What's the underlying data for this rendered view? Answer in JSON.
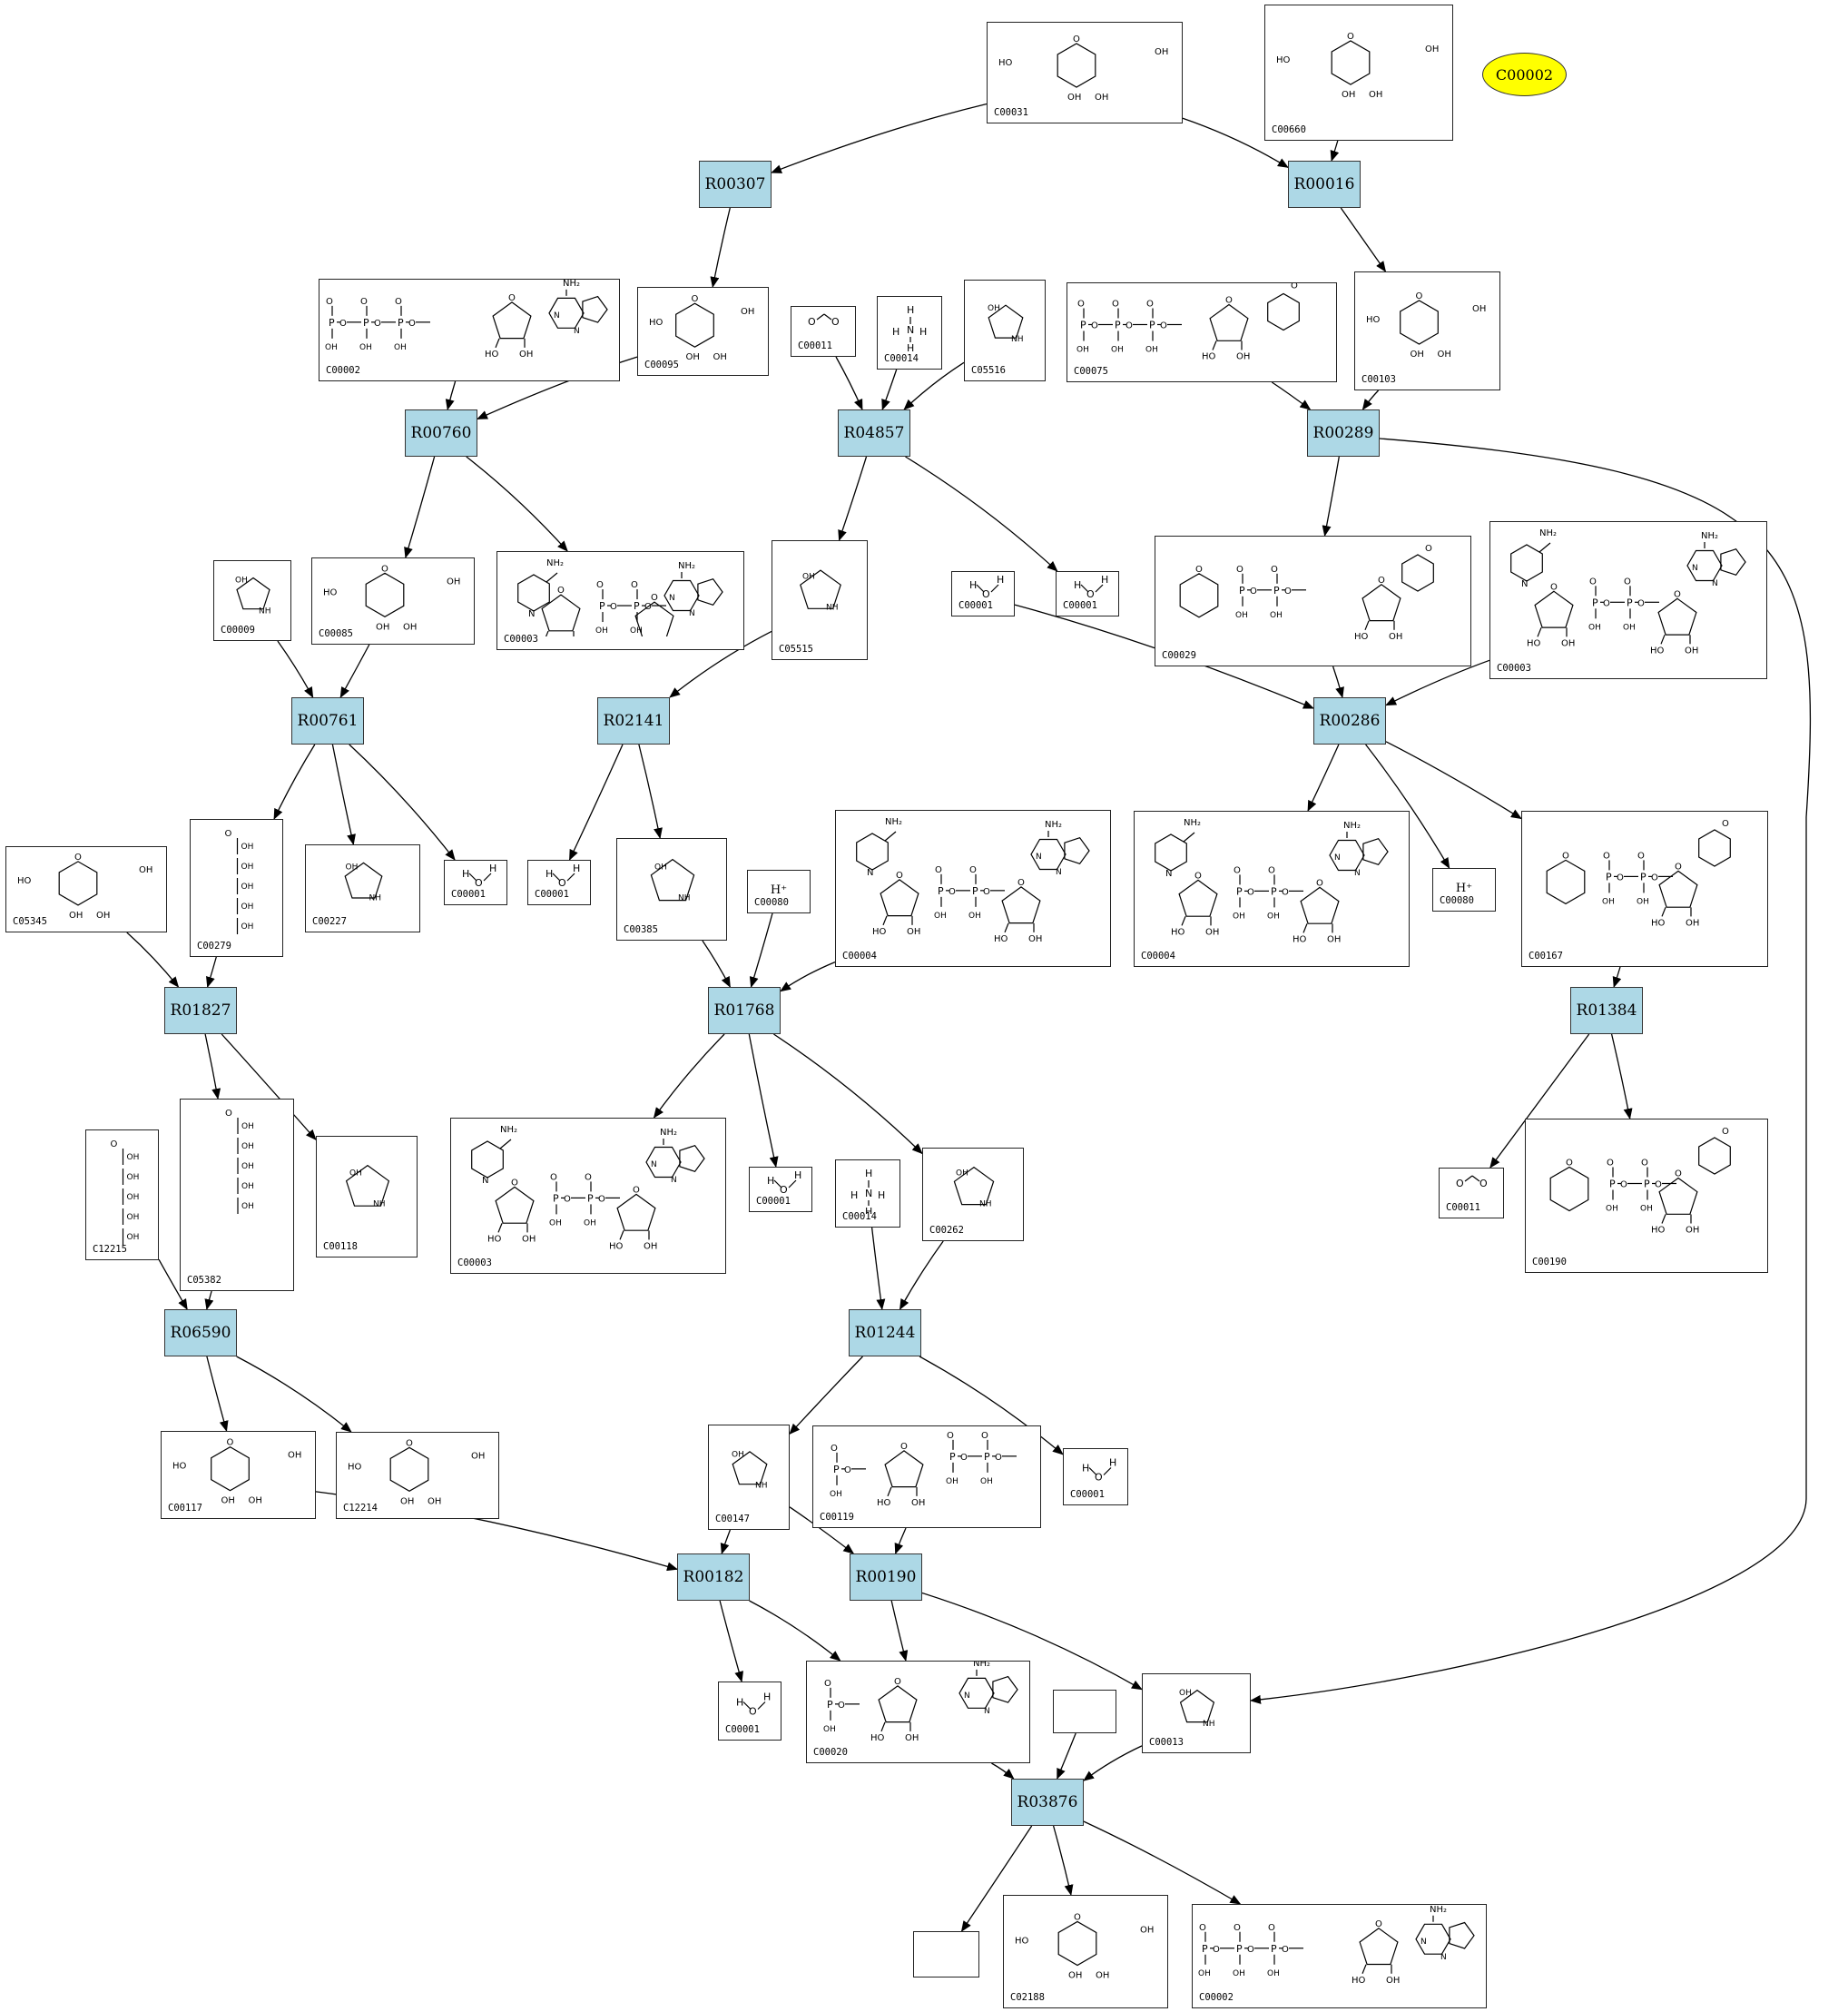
{
  "highlight": {
    "label": "C00002"
  },
  "reactions": [
    {
      "id": "r00307",
      "label": "R00307"
    },
    {
      "id": "r00016",
      "label": "R00016"
    },
    {
      "id": "r00760",
      "label": "R00760"
    },
    {
      "id": "r04857",
      "label": "R04857"
    },
    {
      "id": "r00289",
      "label": "R00289"
    },
    {
      "id": "r00761",
      "label": "R00761"
    },
    {
      "id": "r02141",
      "label": "R02141"
    },
    {
      "id": "r00286",
      "label": "R00286"
    },
    {
      "id": "r01827",
      "label": "R01827"
    },
    {
      "id": "r01768",
      "label": "R01768"
    },
    {
      "id": "r01384",
      "label": "R01384"
    },
    {
      "id": "r06590",
      "label": "R06590"
    },
    {
      "id": "r01244",
      "label": "R01244"
    },
    {
      "id": "r00182",
      "label": "R00182"
    },
    {
      "id": "r00190",
      "label": "R00190"
    },
    {
      "id": "r03876",
      "label": "R03876"
    }
  ],
  "compounds": [
    {
      "id": "c00031",
      "label": "C00031"
    },
    {
      "id": "c00660",
      "label": "C00660"
    },
    {
      "id": "c00002a",
      "label": "C00002"
    },
    {
      "id": "c00095",
      "label": "C00095"
    },
    {
      "id": "c00011a",
      "label": "C00011"
    },
    {
      "id": "c00014a",
      "label": "C00014"
    },
    {
      "id": "c05516",
      "label": "C05516"
    },
    {
      "id": "c00075",
      "label": "C00075"
    },
    {
      "id": "c00103",
      "label": "C00103"
    },
    {
      "id": "c00009",
      "label": "C00009"
    },
    {
      "id": "c00085",
      "label": "C00085"
    },
    {
      "id": "c00003a",
      "label": "C00003"
    },
    {
      "id": "c05515",
      "label": "C05515"
    },
    {
      "id": "c00001a",
      "label": "C00001"
    },
    {
      "id": "c00001b",
      "label": "C00001"
    },
    {
      "id": "c00029",
      "label": "C00029"
    },
    {
      "id": "c00003b",
      "label": "C00003"
    },
    {
      "id": "c05345",
      "label": "C05345"
    },
    {
      "id": "c00279",
      "label": "C00279"
    },
    {
      "id": "c00227",
      "label": "C00227"
    },
    {
      "id": "c00001c",
      "label": "C00001"
    },
    {
      "id": "c00001d",
      "label": "C00001"
    },
    {
      "id": "c00385",
      "label": "C00385"
    },
    {
      "id": "c00080a",
      "label": "C00080",
      "text": "H⁺"
    },
    {
      "id": "c00004a",
      "label": "C00004"
    },
    {
      "id": "c00004b",
      "label": "C00004"
    },
    {
      "id": "c00080b",
      "label": "C00080",
      "text": "H⁺"
    },
    {
      "id": "c00167",
      "label": "C00167"
    },
    {
      "id": "c12215",
      "label": "C12215"
    },
    {
      "id": "c05382",
      "label": "C05382"
    },
    {
      "id": "c00118",
      "label": "C00118"
    },
    {
      "id": "c00003c",
      "label": "C00003"
    },
    {
      "id": "c00001e",
      "label": "C00001"
    },
    {
      "id": "c00014b",
      "label": "C00014"
    },
    {
      "id": "c00262",
      "label": "C00262"
    },
    {
      "id": "c00011b",
      "label": "C00011"
    },
    {
      "id": "c00190",
      "label": "C00190"
    },
    {
      "id": "c00117",
      "label": "C00117"
    },
    {
      "id": "c12214",
      "label": "C12214"
    },
    {
      "id": "c00147",
      "label": "C00147"
    },
    {
      "id": "c00119",
      "label": "C00119"
    },
    {
      "id": "c00001f",
      "label": "C00001"
    },
    {
      "id": "c00001g",
      "label": "C00001"
    },
    {
      "id": "c00020",
      "label": "C00020"
    },
    {
      "id": "blank1",
      "label": ""
    },
    {
      "id": "c00013",
      "label": "C00013"
    },
    {
      "id": "blank2",
      "label": ""
    },
    {
      "id": "c02188",
      "label": "C02188"
    },
    {
      "id": "c00002b",
      "label": "C00002"
    }
  ]
}
